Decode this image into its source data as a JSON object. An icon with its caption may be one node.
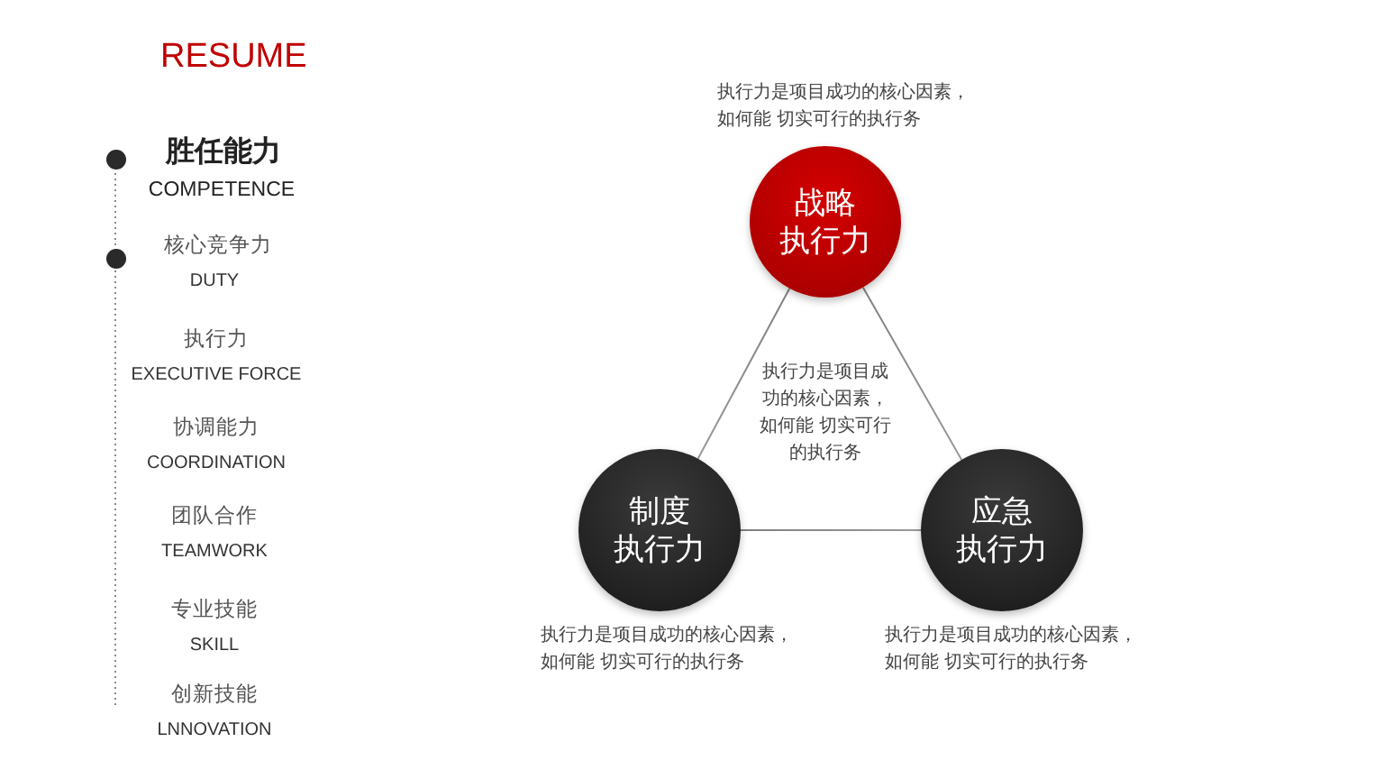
{
  "diagram": {
    "title": "RESUME",
    "nodes": [
      {
        "text": [
          "战略执行力"
        ]
      },
      {
        "text": [
          "制度执行力"
        ]
      },
      {
        "text": [
          "应急执行力"
        ]
      }
    ],
    "edges": [
      {
        "from": 0,
        "to": 1,
        "arrow": "none"
      },
      {
        "from": 0,
        "to": 2,
        "arrow": "none"
      },
      {
        "from": 1,
        "to": 2,
        "arrow": "none"
      }
    ],
    "labels": [
      "胜任能力",
      "COMPETENCE",
      "核心竞争力",
      "DUTY",
      "执行力",
      "EXECUTIVE FORCE",
      "协调能力",
      "COORDINATION",
      "团队合作",
      "TEAMWORK",
      "专业技能",
      "SKILL",
      "创新技能",
      "LNNOVATION",
      "执行力是项目成功的核心因素，如何能 切实可行的执行务",
      "执行力是项目成功的核心因素，如何能 切实可行的执行务",
      "执行力是项目成功的核心因素，如何能 切实可行的执行务",
      "执行力是项目成功的核心因素，如何能 切实可行的执行务"
    ]
  }
}
